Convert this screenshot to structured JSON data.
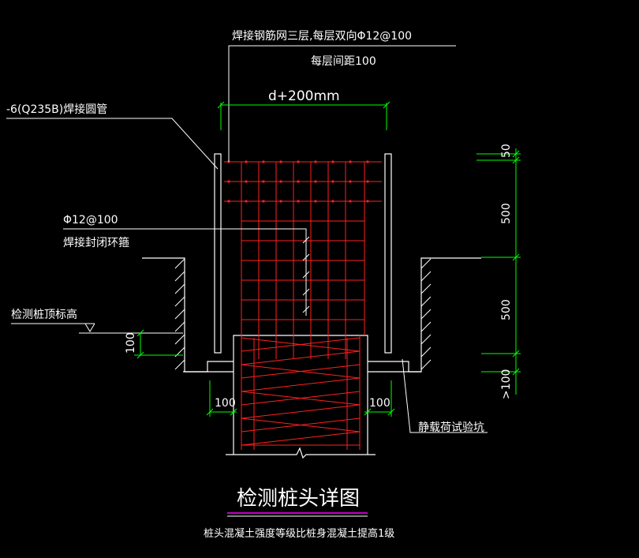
{
  "colors": {
    "background": "#000000",
    "outline": "#ffffff",
    "rebar": "#ff2020",
    "dimension": "#00ff00",
    "underline": "#ff00ff"
  },
  "labels": {
    "mesh_note_line1": "焊接钢筋网三层,每层双向Φ12@100",
    "mesh_note_line2": "每层间距100",
    "width_dim": "d+200mm",
    "steel_tube": "-6(Q235B)焊接圆管",
    "stirrup_spec": "Φ12@100",
    "stirrup_desc": "焊接封闭环箍",
    "pile_top_elev": "检测桩顶标高",
    "dim_100_left_vertical": "100",
    "dim_100_bottom_left": "100",
    "dim_100_bottom_right": "100",
    "dim_50": "50",
    "dim_500_upper": "500",
    "dim_500_lower": "500",
    "dim_ge100": ">100",
    "test_pit": "静载荷试验坑",
    "title": "检测桩头详图",
    "subtitle": "桩头混凝土强度等级比桩身混凝土提高1级"
  }
}
